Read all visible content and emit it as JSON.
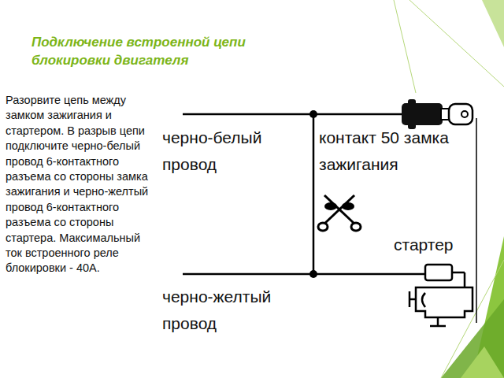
{
  "diagram": {
    "title": "Подключение встроенной цепи блокировки двигателя",
    "labels": [
      "Разорвите цепь между замком зажигания и стартером. В разрыв цепи подключите черно-белый провод 6-контактного разъема со стороны замка зажигания и черно-желтый провод 6-контактного разъема со стороны стартера. Максимальный ток встроенного реле блокировки - 40А.",
      "черно-белый провод",
      "контакт 50 замка зажигания",
      "стартер",
      "черно-желтый провод"
    ]
  }
}
